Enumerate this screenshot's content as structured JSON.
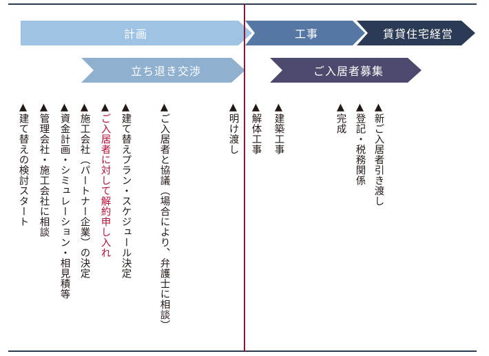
{
  "phases": {
    "plan": "計画",
    "construction": "工事",
    "management": "賃貸住宅経営",
    "negotiation": "立ち退き交渉",
    "recruitment": "ご入居者募集"
  },
  "marker": "▲",
  "steps": [
    "建て替えの検討スタート",
    "管理会社・施工会社に相談",
    "資金計画・シミュレーション・相見積等",
    "施工会社（パートナー企業）の決定",
    "ご入居者に対して解約申し入れ",
    "建て替えプラン・スケジュール決定",
    "ご入居者と協議（場合により、弁護士に相談）",
    "明け渡し",
    "解体工事",
    "建築工事",
    "完成",
    "登記・税務関係",
    "新ご入居者引き渡し"
  ],
  "colors": {
    "plan": "#9fc3e3",
    "negotiation": "#8fb0cf",
    "construction": "#5677a3",
    "management": "#2b3a55",
    "recruitment": "#4b4a6e",
    "divider": "#8a1538",
    "highlight_text": "#b5123a"
  }
}
